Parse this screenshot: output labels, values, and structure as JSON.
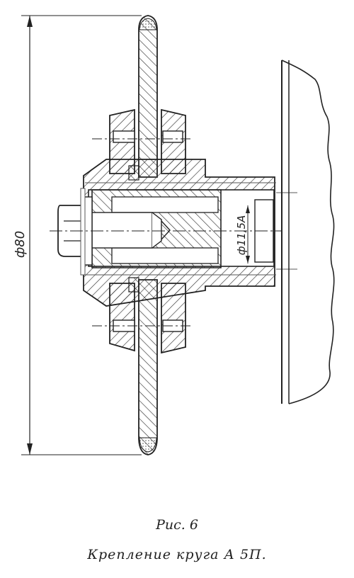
{
  "drawing": {
    "dim_outer": "ф80",
    "dim_bore": "ф11,5А",
    "line_color": "#222222",
    "paper_color": "#ffffff"
  },
  "caption": {
    "figure_label": "Рис. 6",
    "title": "Крепление круга А 5П."
  }
}
